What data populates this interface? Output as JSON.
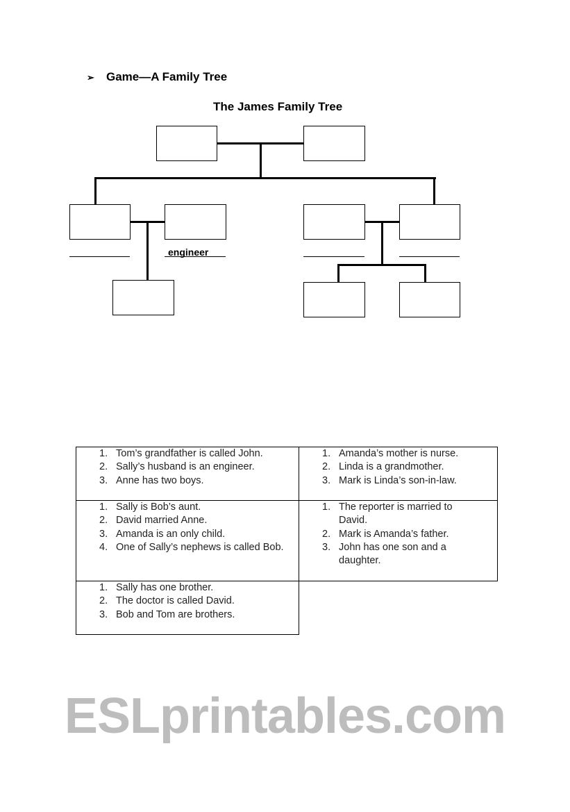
{
  "heading": {
    "bullet": "➢",
    "text": "Game—A Family Tree"
  },
  "tree": {
    "title": "The James Family Tree",
    "occupation_label": "engineer"
  },
  "clues": [
    {
      "items": [
        "Tom’s grandfather is called John.",
        "Sally’s husband is an engineer.",
        "Anne has two boys."
      ]
    },
    {
      "items": [
        "Amanda’s mother is nurse.",
        "Linda is a grandmother.",
        "Mark is Linda’s son-in-law."
      ]
    },
    {
      "items": [
        "Sally is Bob’s aunt.",
        "David married Anne.",
        "Amanda is an only child.",
        "One of Sally’s nephews is called Bob."
      ]
    },
    {
      "items": [
        "The reporter is married to David.",
        "Mark is Amanda’s father.",
        "John has one son and a daughter."
      ]
    },
    {
      "items": [
        "Sally has one brother.",
        "The doctor is called David.",
        "Bob and Tom are brothers."
      ]
    }
  ],
  "watermark": "ESLprintables.com"
}
